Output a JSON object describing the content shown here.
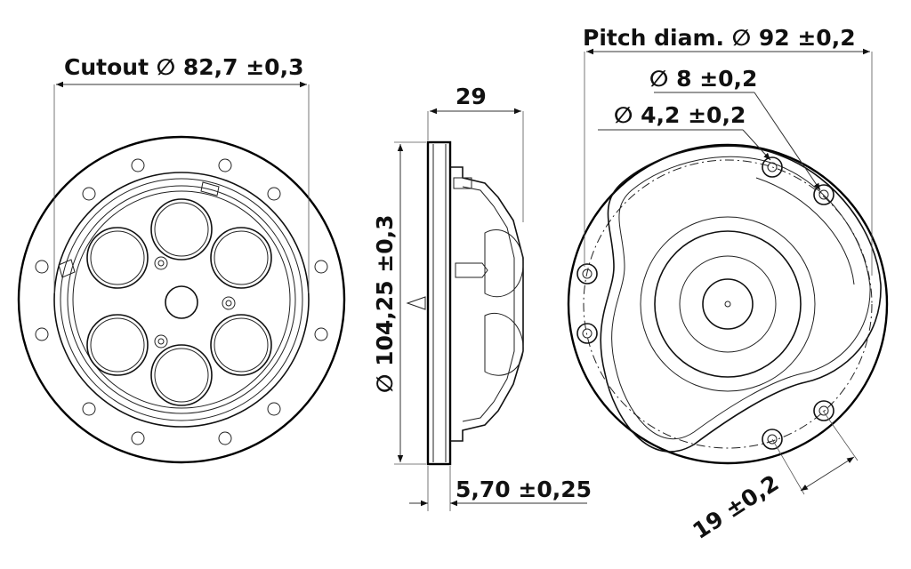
{
  "dimensions": {
    "cutout": "Cutout ∅ 82,7 ±0,3",
    "depth": "29",
    "flange_diameter": "∅ 104,25 ±0,3",
    "flange_thickness": "5,70 ±0,25",
    "pitch_diameter": "Pitch diam. ∅ 92 ±0,2",
    "hole_8": "∅ 8 ±0,2",
    "hole_4_2": "∅ 4,2 ±0,2",
    "hole_spacing": "19 ±0,2"
  },
  "views": [
    "rear-view",
    "side-view",
    "front-view"
  ],
  "colors": {
    "line": "#000000",
    "background": "#ffffff"
  }
}
